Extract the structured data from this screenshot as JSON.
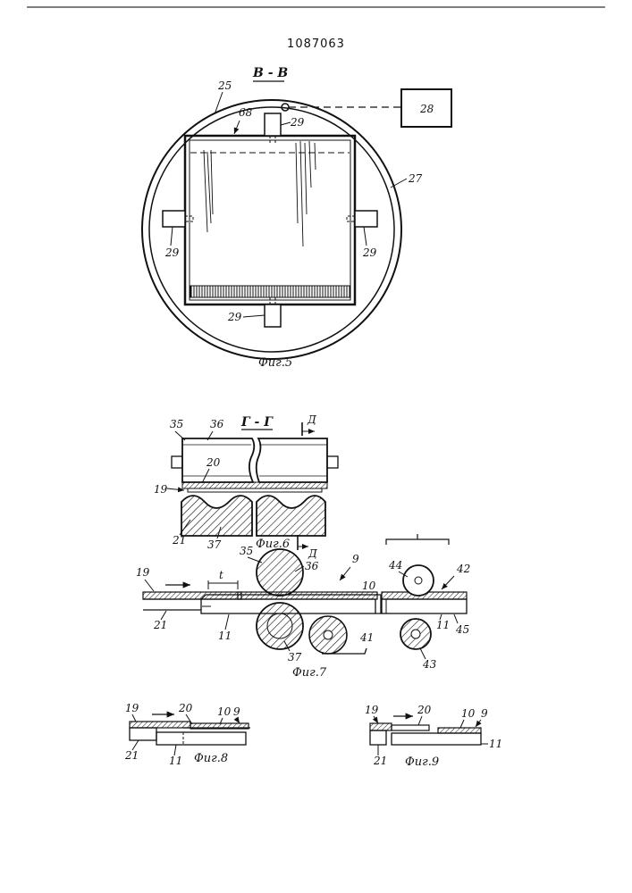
{
  "document": {
    "header_number": "1087063"
  },
  "fig5": {
    "section": "В - В",
    "caption": "Фиг.5",
    "labels": {
      "n25": "25",
      "n68": "68",
      "n29_top": "29",
      "n29_left": "29",
      "n29_right": "29",
      "n29_bottom": "29",
      "n27": "27",
      "n28": "28"
    }
  },
  "fig6": {
    "section": "Г - Г",
    "cut_mark": "Д",
    "caption": "Фиг.6",
    "labels": {
      "n35": "35",
      "n36": "36",
      "n20": "20",
      "n19": "19",
      "n21": "21",
      "n37": "37"
    }
  },
  "fig7": {
    "cut_mark": "Д",
    "caption": "Фиг.7",
    "labels": {
      "n19": "19",
      "t": "t",
      "n35": "35",
      "n36": "36",
      "n9": "9",
      "n10": "10",
      "n21": "21",
      "n11a": "11",
      "n37": "37",
      "n41": "41",
      "n44": "44",
      "n42": "42",
      "n11b": "11",
      "n45": "45",
      "n43": "43"
    }
  },
  "fig8": {
    "caption": "Фиг.8",
    "labels": {
      "n19": "19",
      "n20": "20",
      "n10": "10",
      "n9": "9",
      "n21": "21",
      "n11": "11"
    }
  },
  "fig9": {
    "caption": "Фиг.9",
    "labels": {
      "n19": "19",
      "n20": "20",
      "n10": "10",
      "n9": "9",
      "n11": "11",
      "n21": "21"
    }
  }
}
